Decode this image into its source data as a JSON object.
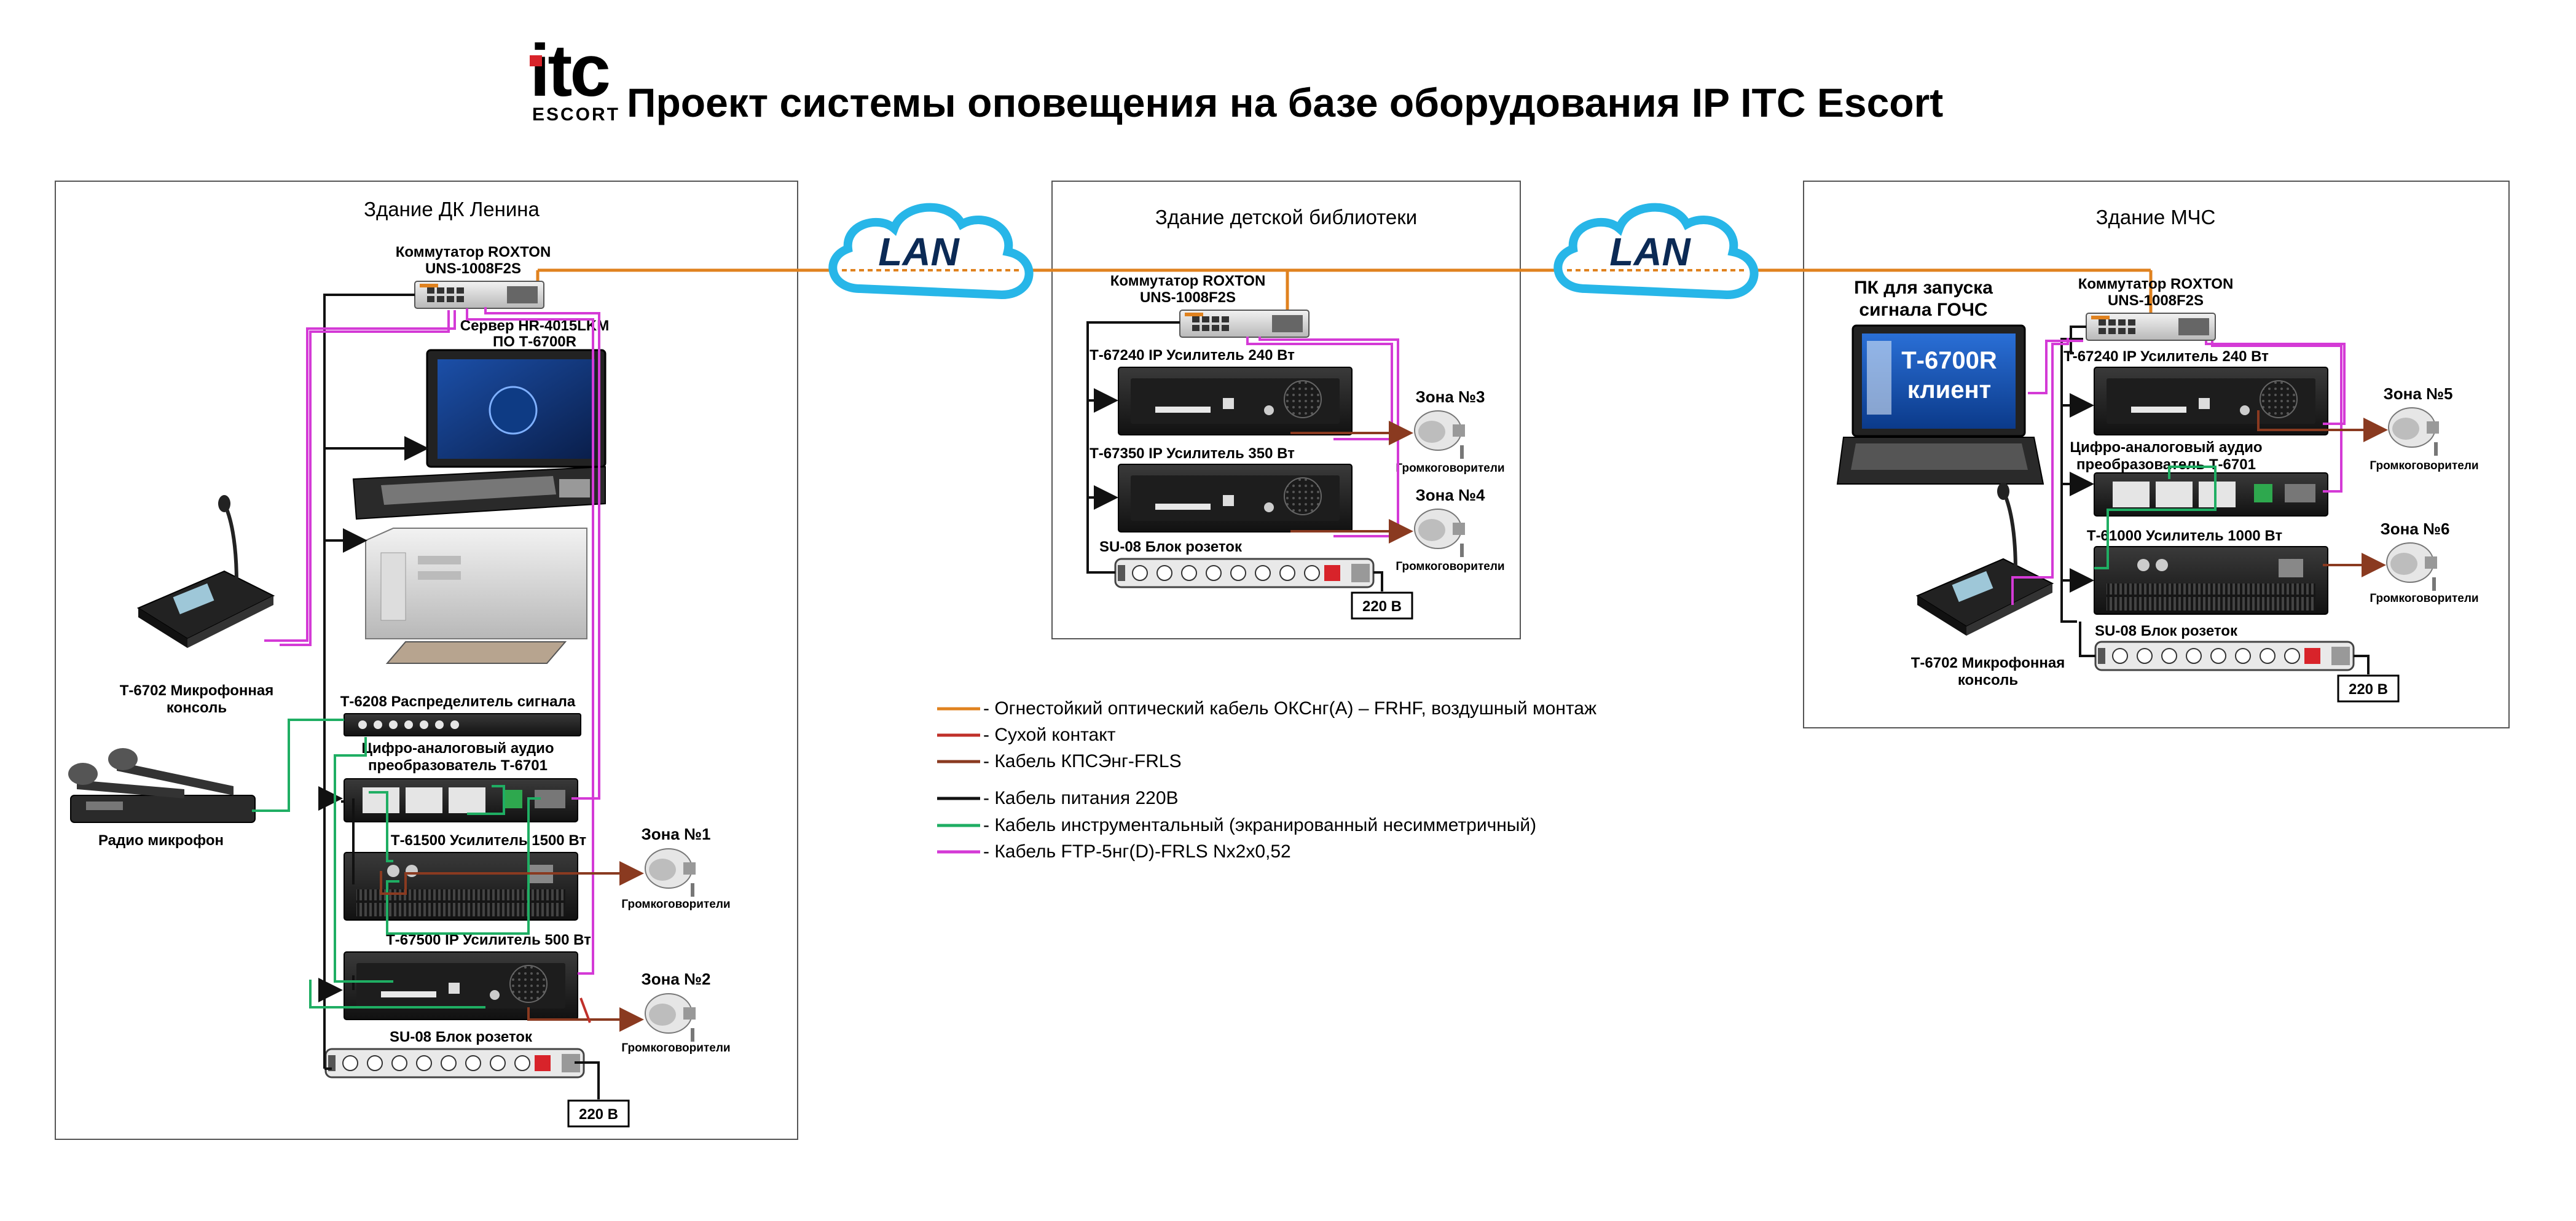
{
  "header": {
    "logo_top": "itc",
    "logo_bottom": "ESCORT",
    "title": "Проект системы оповещения на базе оборудования IP ITC Escort"
  },
  "colors": {
    "fiber": "#e0821f",
    "dry_contact": "#c0302a",
    "kps": "#8a3a20",
    "power": "#111111",
    "instrument": "#1fae63",
    "ftp": "#d43ad6",
    "cloud": "#27b6e8"
  },
  "lan_label": "LAN",
  "buildings": {
    "dk": {
      "title": "Здание ДК Ленина",
      "switch_label": "Коммутатор ROXTON\nUNS-1008F2S",
      "server_label": "Сервер HR-4015LKM\nПО Т-6700R",
      "mic_console_label": "Т-6702 Микрофонная\nконсоль",
      "radio_mic_label": "Радио микрофон",
      "distributor_label": "Т-6208 Распределитель сигнала",
      "dac_label": "Цифро-аналоговый аудио\nпреобразователь Т-6701",
      "amp1_label": "Т-61500 Усилитель 1500 Вт",
      "amp2_label": "Т-67500 IP Усилитель 500 Вт",
      "su_label": "SU-08 Блок розеток",
      "power_label": "220 В",
      "zone1": "Зона №1",
      "zone2": "Зона №2",
      "speakers": "Громкоговорители"
    },
    "lib": {
      "title": "Здание детской библиотеки",
      "switch_label": "Коммутатор ROXTON\nUNS-1008F2S",
      "amp1_label": "Т-67240 IP Усилитель 240 Вт",
      "amp2_label": "Т-67350 IP Усилитель 350 Вт",
      "su_label": "SU-08 Блок розеток",
      "power_label": "220 В",
      "zone3": "Зона №3",
      "zone4": "Зона №4",
      "speakers": "Громкоговорители"
    },
    "mchs": {
      "title": "Здание МЧС",
      "pc_label": "ПК для запуска\nсигнала ГОЧС",
      "screen_text": "Т-6700R\nклиент",
      "switch_label": "Коммутатор ROXTON\nUNS-1008F2S",
      "amp1_label": "Т-67240 IP Усилитель 240 Вт",
      "dac_label": "Цифро-аналоговый аудио\nпреобразователь Т-6701",
      "amp2_label": "Т-61000 Усилитель 1000 Вт",
      "mic_console_label": "Т-6702 Микрофонная\nконсоль",
      "su_label": "SU-08 Блок розеток",
      "power_label": "220 В",
      "zone5": "Зона №5",
      "zone6": "Зона №6",
      "speakers": "Громкоговорители"
    }
  },
  "legend": [
    {
      "color": "#e0821f",
      "text": "- Огнестойкий оптический кабель  ОКСнг(А) – FRHF, воздушный монтаж"
    },
    {
      "color": "#c0302a",
      "text": "- Сухой контакт"
    },
    {
      "color": "#8a3a20",
      "text": "- Кабель КПСЭнг-FRLS"
    },
    {
      "color": "#111111",
      "text": "- Кабель питания 220В"
    },
    {
      "color": "#1fae63",
      "text": "- Кабель инструментальный (экранированный несимметричный)"
    },
    {
      "color": "#d43ad6",
      "text": "- Кабель FTP-5нг(D)-FRLS Nx2x0,52"
    }
  ]
}
